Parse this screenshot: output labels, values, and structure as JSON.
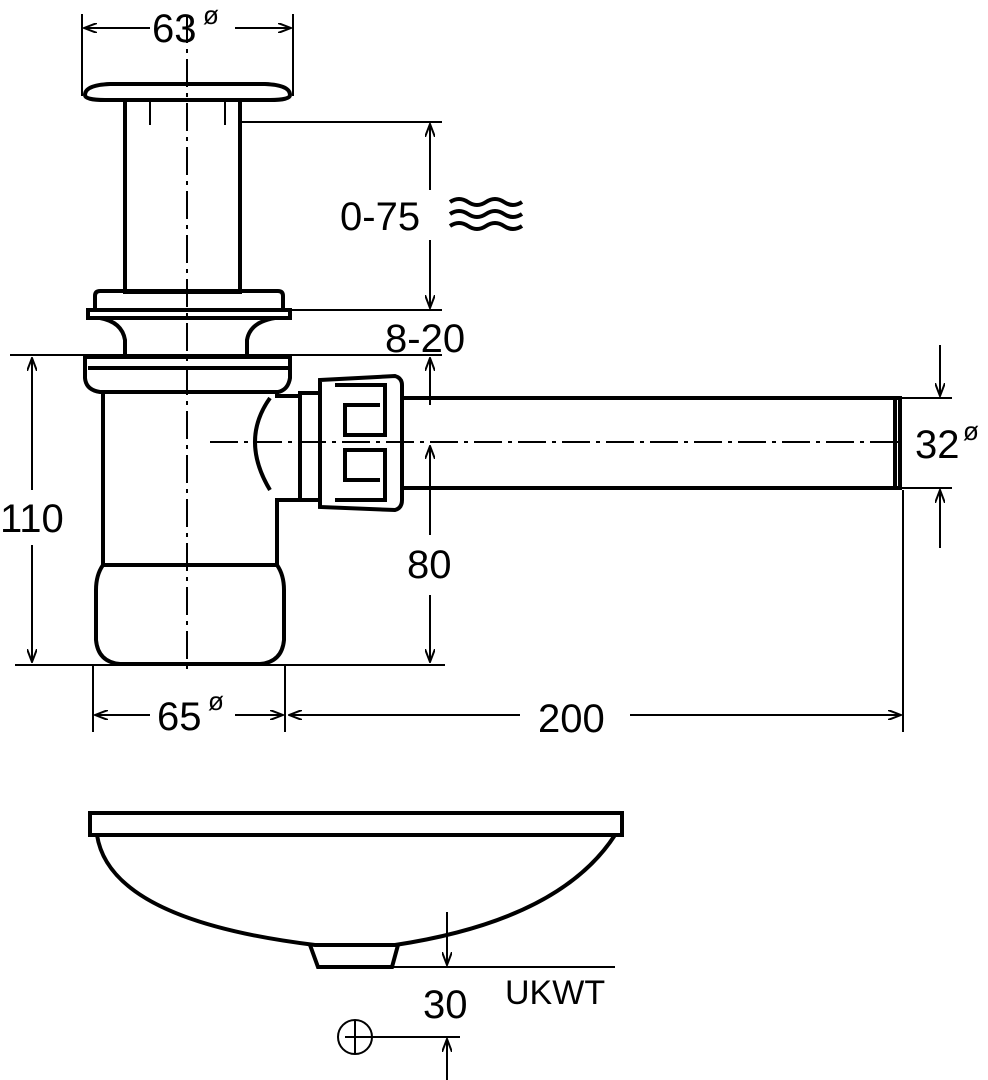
{
  "title": "Siphon dimension drawing",
  "dimensions": {
    "cap_diameter": "63",
    "adjust_range": "0-75",
    "thickness_range": "8-20",
    "height": "110",
    "outlet_height": "80",
    "body_diameter": "65",
    "outlet_length": "200",
    "pipe_diameter": "32",
    "basin_clearance": "30",
    "diameter_symbol": "ø"
  },
  "labels": {
    "basin_bottom": "UKWT"
  }
}
